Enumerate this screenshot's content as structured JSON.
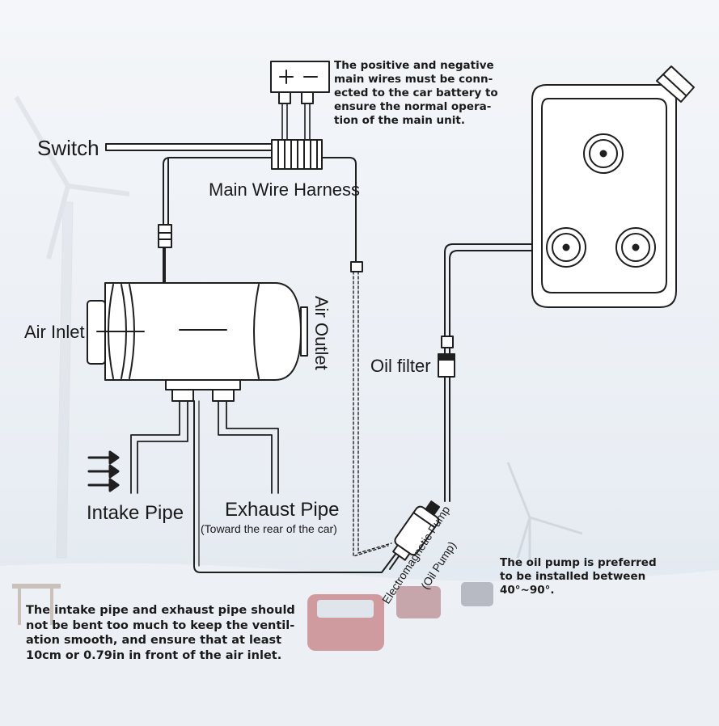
{
  "labels": {
    "switch": "Switch",
    "main_wire_harness": "Main Wire Harness",
    "air_inlet": "Air Inlet",
    "air_outlet": "Air Outlet",
    "oil_filter": "Oil filter",
    "intake_pipe": "Intake Pipe",
    "exhaust_pipe": "Exhaust Pipe",
    "exhaust_pipe_note": "(Toward the rear of the car)",
    "pump_name": "Electromagnetic Pump",
    "pump_alt": "(Oil Pump)",
    "battery_symbols": "+ −"
  },
  "notes": {
    "battery": "The positive and negative\nmain wires must be conn-\nected to the car battery to\nensure the normal opera-\ntion of the main unit.",
    "pump_angle": "The oil pump is preferred\nto be installed between\n40°~90°.",
    "pipes": "The intake pipe and exhaust pipe should\nnot be bent too much to keep the ventil-\nation smooth, and ensure that at least\n10cm or 0.79in in front of the air inlet."
  },
  "colors": {
    "line": "#1f1f1f",
    "background_top": "#f2f4f7",
    "background_bottom": "#dfe6ee",
    "snow": "#eef2f6"
  }
}
